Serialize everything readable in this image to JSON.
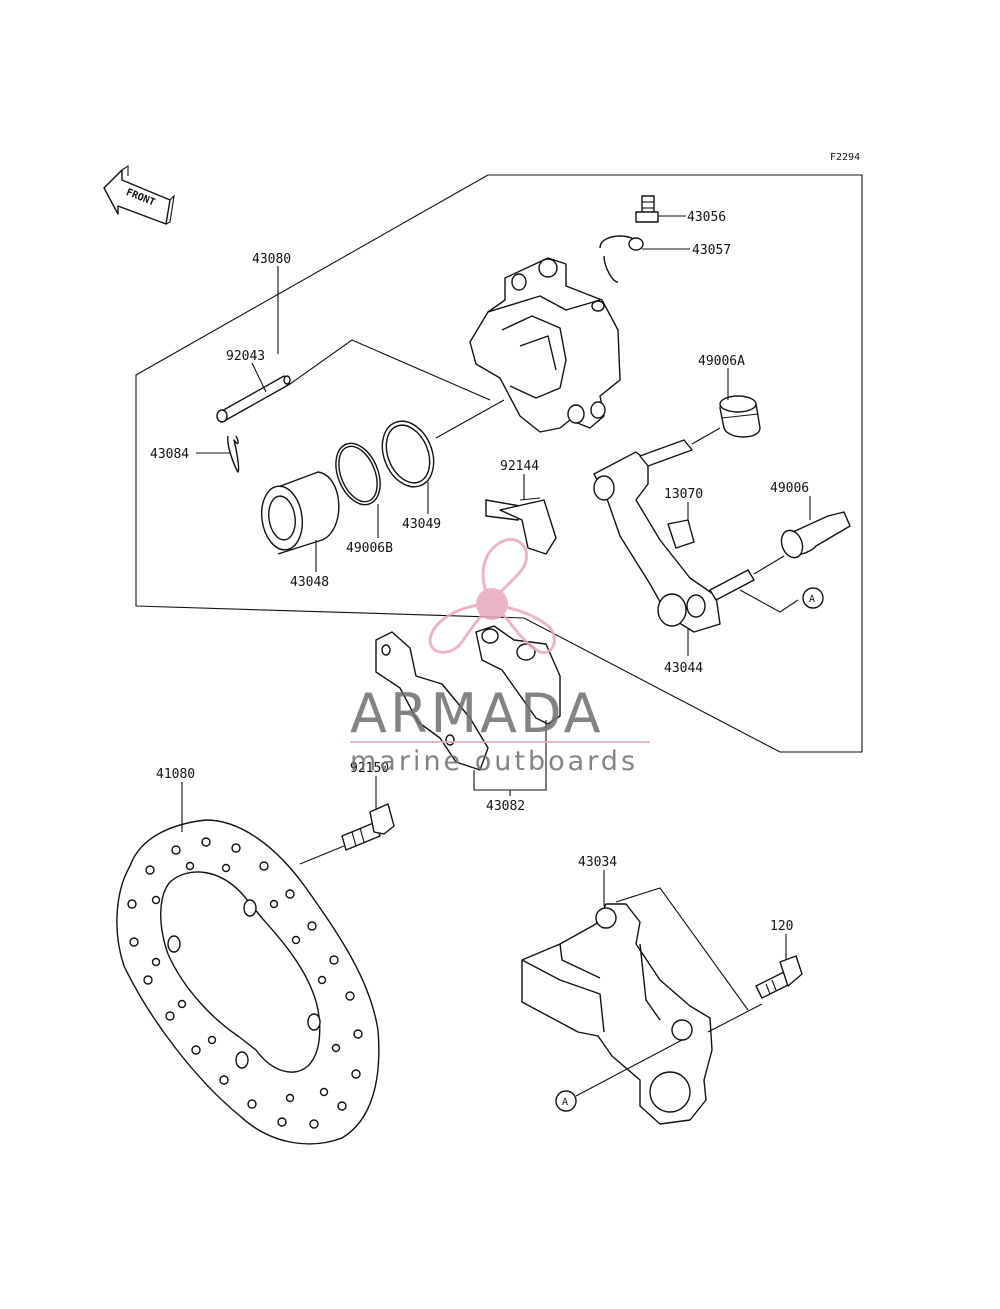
{
  "figure_code": "F2294",
  "front_label": "FRONT",
  "ref_marker": "A",
  "watermark": {
    "brand": "ARMADA",
    "tagline": "marine outboards",
    "brand_color": "#6e6e6e",
    "accent_color": "#e9a8c0"
  },
  "parts": [
    {
      "id": "p-43056",
      "number": "43056"
    },
    {
      "id": "p-43057",
      "number": "43057"
    },
    {
      "id": "p-43080",
      "number": "43080"
    },
    {
      "id": "p-92043",
      "number": "92043"
    },
    {
      "id": "p-43084",
      "number": "43084"
    },
    {
      "id": "p-49006A",
      "number": "49006A"
    },
    {
      "id": "p-92144",
      "number": "92144"
    },
    {
      "id": "p-13070",
      "number": "13070"
    },
    {
      "id": "p-49006",
      "number": "49006"
    },
    {
      "id": "p-43049",
      "number": "43049"
    },
    {
      "id": "p-49006B",
      "number": "49006B"
    },
    {
      "id": "p-43048",
      "number": "43048"
    },
    {
      "id": "p-43044",
      "number": "43044"
    },
    {
      "id": "p-41080",
      "number": "41080"
    },
    {
      "id": "p-92150",
      "number": "92150"
    },
    {
      "id": "p-43082",
      "number": "43082"
    },
    {
      "id": "p-43034",
      "number": "43034"
    },
    {
      "id": "p-120",
      "number": "120"
    }
  ]
}
